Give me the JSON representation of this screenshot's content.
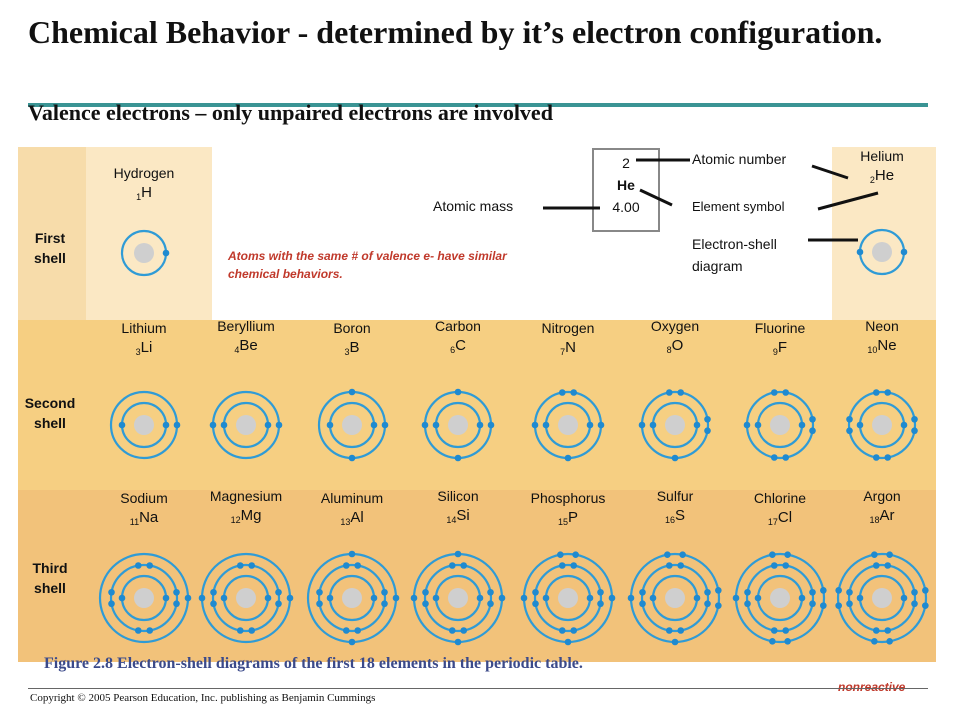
{
  "title": "Chemical Behavior - determined by it’s electron configuration.",
  "subtitle": "Valence electrons – only unpaired electrons are involved",
  "shells": [
    "First shell",
    "Second shell",
    "Third shell"
  ],
  "colors": {
    "band_first": "#fbe8c4",
    "band_second": "#f6cf82",
    "band_third": "#f2c27a",
    "orbit": "#2f9bd6",
    "electron": "#1f8ad0",
    "nucleus": "#cfcfcf",
    "rule": "#3a9494"
  },
  "elements": [
    {
      "name": "Hydrogen",
      "number": "1",
      "symbol": "H",
      "electrons": 1
    },
    {
      "name": "Helium",
      "number": "2",
      "symbol": "He",
      "electrons": 2
    },
    {
      "name": "Lithium",
      "number": "3",
      "symbol": "Li",
      "electrons": 3
    },
    {
      "name": "Beryllium",
      "number": "4",
      "symbol": "Be",
      "electrons": 4
    },
    {
      "name": "Boron",
      "number": "3",
      "symbol": "B",
      "electrons": 5
    },
    {
      "name": "Carbon",
      "number": "6",
      "symbol": "C",
      "electrons": 6
    },
    {
      "name": "Nitrogen",
      "number": "7",
      "symbol": "N",
      "electrons": 7
    },
    {
      "name": "Oxygen",
      "number": "8",
      "symbol": "O",
      "electrons": 8
    },
    {
      "name": "Fluorine",
      "number": "9",
      "symbol": "F",
      "electrons": 9
    },
    {
      "name": "Neon",
      "number": "10",
      "symbol": "Ne",
      "electrons": 10
    },
    {
      "name": "Sodium",
      "number": "11",
      "symbol": "Na",
      "electrons": 11
    },
    {
      "name": "Magnesium",
      "number": "12",
      "symbol": "Mg",
      "electrons": 12
    },
    {
      "name": "Aluminum",
      "number": "13",
      "symbol": "Al",
      "electrons": 13
    },
    {
      "name": "Silicon",
      "number": "14",
      "symbol": "Si",
      "electrons": 14
    },
    {
      "name": "Phosphorus",
      "number": "15",
      "symbol": "P",
      "electrons": 15
    },
    {
      "name": "Sulfur",
      "number": "16",
      "symbol": "S",
      "electrons": 16
    },
    {
      "name": "Chlorine",
      "number": "17",
      "symbol": "Cl",
      "electrons": 17
    },
    {
      "name": "Argon",
      "number": "18",
      "symbol": "Ar",
      "electrons": 18
    }
  ],
  "note": "Atoms with the same # of valence e- have similar chemical behaviors.",
  "key": {
    "atomic_number": "2",
    "symbol": "He",
    "atomic_mass": "4.00",
    "atomic_number_label": "Atomic number",
    "atomic_mass_label": "Atomic mass",
    "element_symbol_label": "Element symbol",
    "diagram_label": "Electron-shell diagram"
  },
  "caption": "Figure 2.8  Electron-shell diagrams of the first 18 elements in the periodic table.",
  "nonreactive": "nonreactive",
  "copyright": "Copyright © 2005 Pearson Education, Inc. publishing as Benjamin Cummings"
}
